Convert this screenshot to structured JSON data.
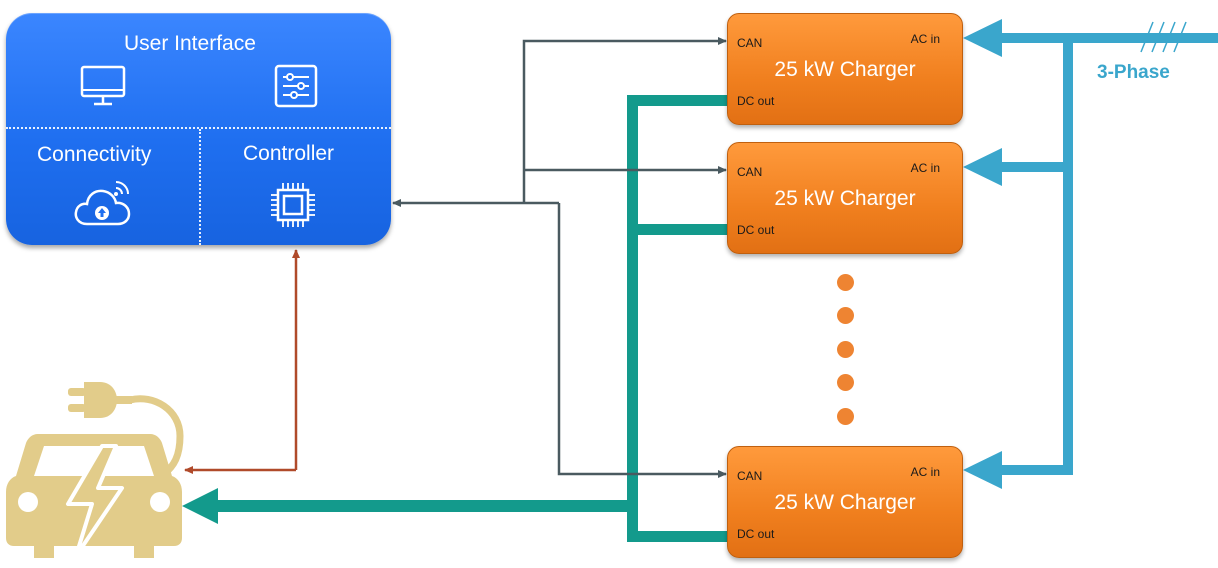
{
  "control_unit": {
    "user_interface_label": "User Interface",
    "connectivity_label": "Connectivity",
    "controller_label": "Controller"
  },
  "chargers": [
    {
      "title": "25 kW Charger",
      "can_port": "CAN",
      "ac_port": "AC in",
      "dc_port": "DC out"
    },
    {
      "title": "25 kW Charger",
      "can_port": "CAN",
      "ac_port": "AC in",
      "dc_port": "DC out"
    },
    {
      "title": "25 kW Charger",
      "can_port": "CAN",
      "ac_port": "AC in",
      "dc_port": "DC out"
    }
  ],
  "supply": {
    "label": "3-Phase"
  },
  "icons": {
    "monitor": "monitor-icon",
    "settings": "sliders-icon",
    "cloud": "cloud-upload-icon",
    "chip": "chip-icon",
    "vehicle": "ev-car-icon",
    "plug": "plug-icon"
  },
  "colors": {
    "panel": "#1f6ff0",
    "charger": "#f08020",
    "can_bus": "#4a5a60",
    "dc_bus": "#139a8c",
    "ac_bus": "#3aa6cc",
    "vehicle_link": "#b04a2a",
    "vehicle": "#e2cc8a"
  }
}
